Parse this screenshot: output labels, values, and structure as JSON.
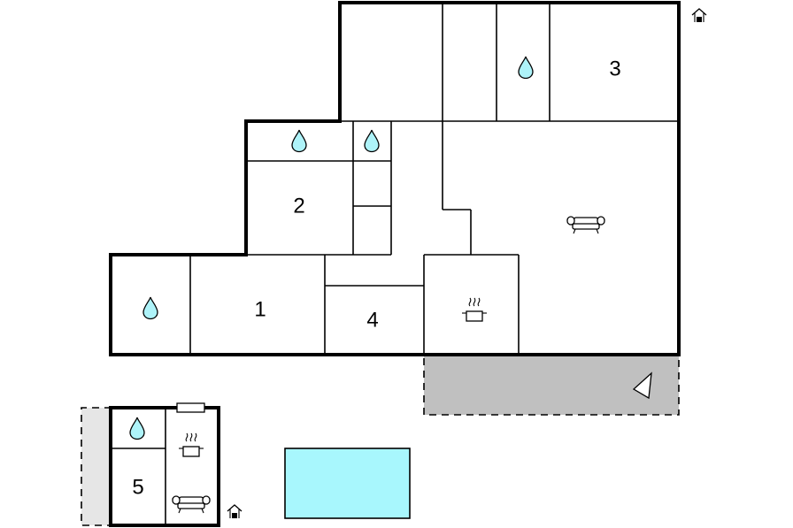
{
  "rooms": {
    "r1": "1",
    "r2": "2",
    "r3": "3",
    "r4": "4",
    "r5": "5"
  },
  "colors": {
    "wall": "#000000",
    "water_drop": "#aef3f9",
    "terrace": "#c0c0c0",
    "annex_terrace": "#e6e6e6",
    "pool": "#a8f7fd"
  },
  "icons": {
    "bathroom": "water-drop-icon",
    "kitchen": "cooking-pot-icon",
    "living": "sofa-icon",
    "entrance": "house-entrance-icon",
    "terrace_marker": "triangle-marker-icon"
  }
}
